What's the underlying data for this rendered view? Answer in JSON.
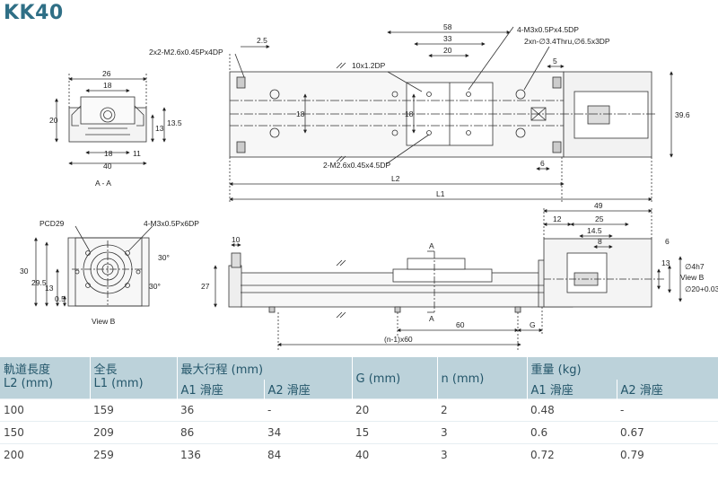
{
  "title": "KK40",
  "drawing": {
    "section_view": {
      "dims": [
        "26",
        "18",
        "20",
        "13",
        "13.5",
        "18",
        "11",
        "40"
      ],
      "caption": "A - A"
    },
    "top_view": {
      "callouts": [
        "2x2-M2.6x0.45Px4DP",
        "4-M3x0.5Px4.5DP",
        "2xn-∅3.4Thru,∅6.5x3DP",
        "10x1.2DP",
        "2-M2.6x0.45x4.5DP"
      ],
      "dims": [
        "2.5",
        "58",
        "33",
        "20",
        "5",
        "18",
        "18",
        "39.6",
        "6",
        "L2",
        "L1"
      ]
    },
    "view_b": {
      "callouts": [
        "PCD29",
        "4-M3x0.5Px6DP"
      ],
      "dims": [
        "30°",
        "30",
        "29.5",
        "13",
        "0.5",
        "30°"
      ],
      "caption": "View B"
    },
    "side_view": {
      "dims": [
        "10",
        "27",
        "A",
        "A",
        "60",
        "G",
        "(n-1)x60",
        "6"
      ]
    },
    "end_view": {
      "dims": [
        "49",
        "12",
        "25",
        "14.5",
        "8",
        "∅4h7",
        "∅20+0.03 0",
        "13"
      ],
      "caption": "View B"
    }
  },
  "table": {
    "headers": {
      "rail_length": [
        "軌道長度",
        "L2 (mm)"
      ],
      "total_length": [
        "全長",
        "L1 (mm)"
      ],
      "max_stroke": "最大行程 (mm)",
      "g": "G (mm)",
      "n": "n (mm)",
      "weight": "重量 (kg)",
      "a1": "A1 滑座",
      "a2": "A2 滑座",
      "a1w": "A1 滑座",
      "a2w": "A2 滑座"
    },
    "rows": [
      {
        "l2": "100",
        "l1": "159",
        "s1": "36",
        "s2": "-",
        "g": "20",
        "n": "2",
        "w1": "0.48",
        "w2": "-"
      },
      {
        "l2": "150",
        "l1": "209",
        "s1": "86",
        "s2": "34",
        "g": "15",
        "n": "3",
        "w1": "0.6",
        "w2": "0.67"
      },
      {
        "l2": "200",
        "l1": "259",
        "s1": "136",
        "s2": "84",
        "g": "40",
        "n": "3",
        "w1": "0.72",
        "w2": "0.79"
      }
    ]
  }
}
